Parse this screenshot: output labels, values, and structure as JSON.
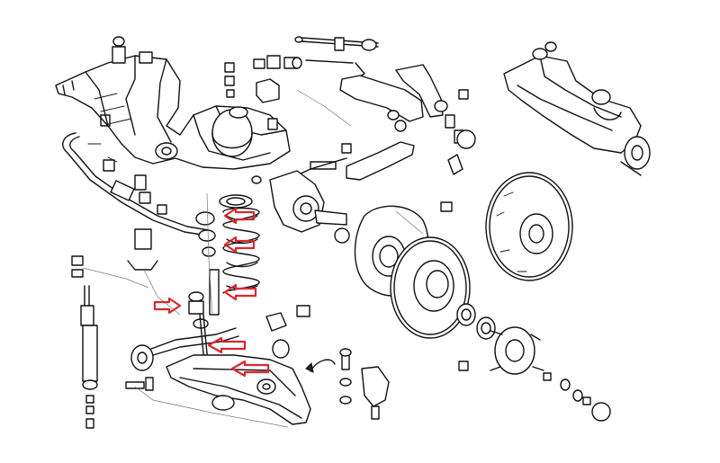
{
  "diagram": {
    "subject": "front-suspension-exploded-view",
    "colors": {
      "line": "#111111",
      "background": "#ffffff",
      "highlight_arrow": "#d9272e"
    },
    "highlight_arrows": [
      {
        "target": "spring-upper-seat",
        "direction": "left"
      },
      {
        "target": "coil-spring",
        "direction": "left"
      },
      {
        "target": "coil-spring-lower",
        "direction": "left"
      },
      {
        "target": "spacer-bushes",
        "direction": "right"
      },
      {
        "target": "bump-stop-rubber",
        "direction": "left"
      },
      {
        "target": "lower-arm-bush",
        "direction": "left"
      }
    ]
  }
}
